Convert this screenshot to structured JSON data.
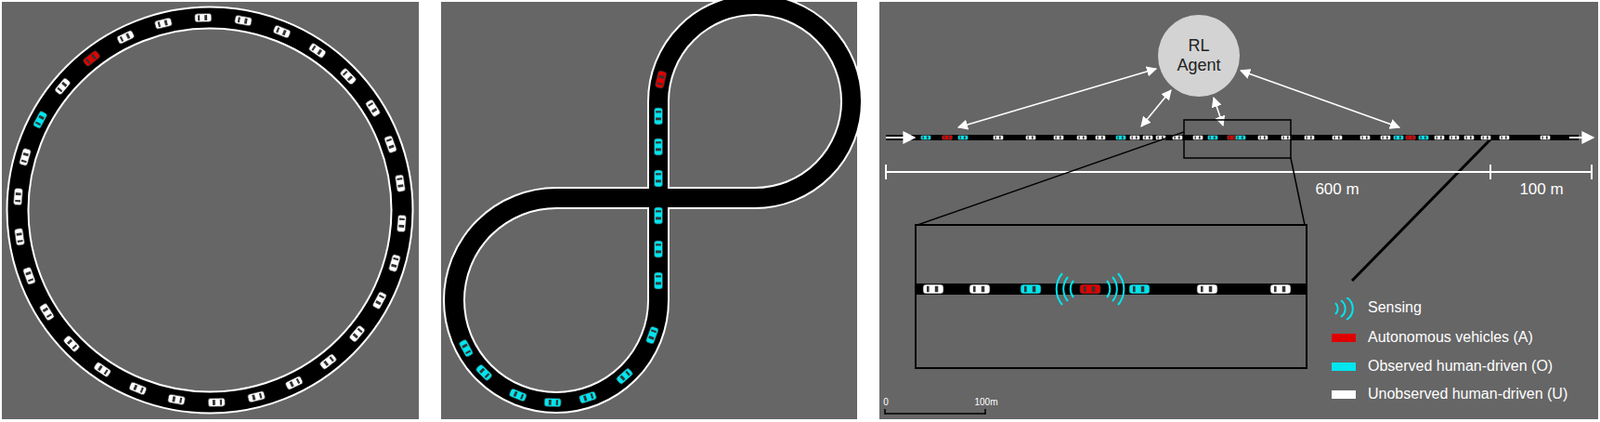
{
  "diagram": {
    "nodes": [
      {
        "text": [
          "RL Agent"
        ]
      }
    ],
    "labels": [
      "600 m",
      "100 m",
      "0",
      "100m"
    ],
    "legend": [
      {
        "text": "Sensing"
      },
      {
        "text": "Autonomous vehicles (A)",
        "color": "#e00000"
      },
      {
        "text": "Observed human-driven (O)",
        "color": "#00e5ee"
      },
      {
        "text": "Unobserved human-driven (U)",
        "color": "#ffffff"
      }
    ]
  }
}
